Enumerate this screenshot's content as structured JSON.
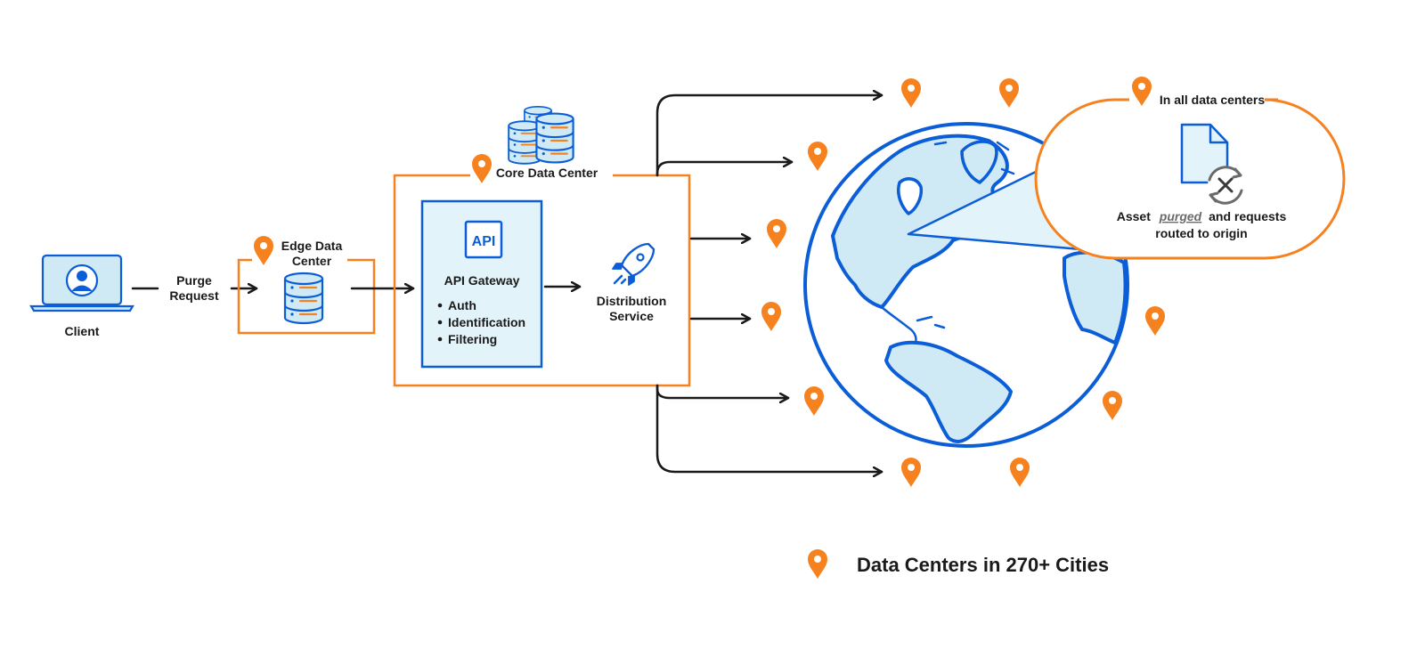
{
  "client": {
    "label": "Client"
  },
  "purge_request": {
    "line1": "Purge",
    "line2": "Request"
  },
  "edge_data_center": {
    "line1": "Edge  Data",
    "line2": "Center"
  },
  "core_data_center": {
    "label": "Core Data Center"
  },
  "api_gateway": {
    "icon_text": "API",
    "title": "API Gateway",
    "items": [
      "Auth",
      "Identification",
      "Filtering"
    ]
  },
  "distribution_service": {
    "line1": "Distribution",
    "line2": "Service"
  },
  "callout": {
    "title": "In all data centers",
    "line1_prefix": "Asset",
    "line1_emphasis": "purged",
    "line1_suffix": "and requests",
    "line2": "routed to origin"
  },
  "legend": {
    "label": "Data Centers in 270+ Cities"
  },
  "colors": {
    "orange": "#f6821f",
    "blue": "#0b5ed7",
    "light_blue": "#cfeaf5",
    "dark": "#1a1a1a"
  },
  "icons": [
    "laptop-icon",
    "person-icon",
    "database-icon",
    "database-stack-icon",
    "api-icon",
    "rocket-icon",
    "document-icon",
    "purge-cycle-icon",
    "location-pin-icon",
    "globe-icon"
  ]
}
